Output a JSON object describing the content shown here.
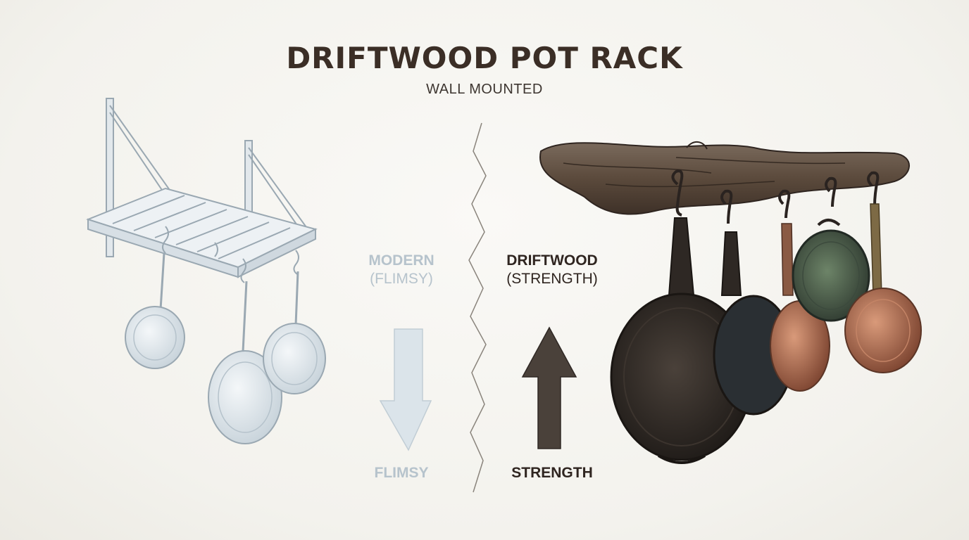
{
  "header": {
    "title": "DRIFTWOOD POT RACK",
    "subtitle": "WALL MOUNTED"
  },
  "comparison": {
    "left": {
      "label": "MODERN",
      "sublabel": "(FLIMSY)",
      "bottom_label": "FLIMSY",
      "arrow": "down-arrow-icon",
      "color": "#b6c3cc"
    },
    "right": {
      "label": "DRIFTWOOD",
      "sublabel": "(STRENGTH)",
      "bottom_label": "STRENGTH",
      "arrow": "up-arrow-icon",
      "color": "#2f2520"
    }
  },
  "colors": {
    "background": "#f6f5f1",
    "title": "#3b2e26",
    "steel": "#b6c3cc",
    "driftwood": "#5a4a3d",
    "cast_iron": "#2e2824",
    "copper": "#a8644a",
    "green_pan": "#4f6350"
  }
}
